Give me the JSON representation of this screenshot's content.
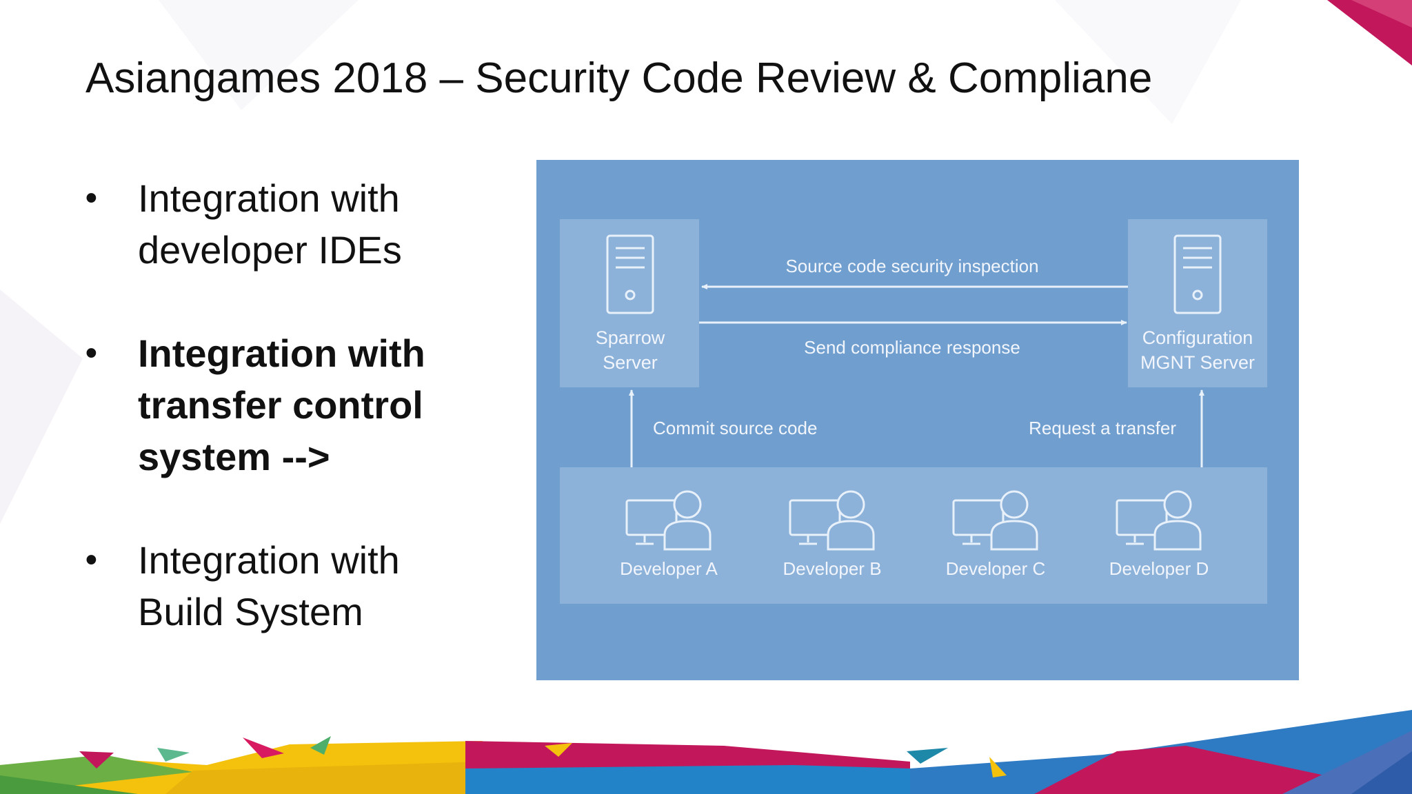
{
  "slide": {
    "title": "Asiangames 2018 – Security Code Review & Compliane",
    "bullets": [
      {
        "text_line1": "Integration with",
        "text_line2": "developer IDEs",
        "bold": false
      },
      {
        "text_line1": "Integration with",
        "text_line2": "transfer control",
        "text_line3": "system -->",
        "bold": true
      },
      {
        "text_line1": "Integration with",
        "text_line2": "Build System",
        "bold": false
      }
    ],
    "bullet_glyph": "•"
  },
  "diagram": {
    "sparrow_server": {
      "label_line1": "Sparrow",
      "label_line2": "Server",
      "icon": "server-icon"
    },
    "config_server": {
      "label_line1": "Configuration",
      "label_line2": "MGNT Server",
      "icon": "server-icon"
    },
    "arrows": {
      "inspection": "Source code security inspection",
      "compliance": "Send compliance response",
      "commit": "Commit source code",
      "transfer": "Request a transfer"
    },
    "developers": [
      "Developer A",
      "Developer B",
      "Developer C",
      "Developer D"
    ],
    "developer_icon": "developer-workstation-icon"
  },
  "colors": {
    "diagram_bg": "#709FCF",
    "box_fill": "#8DB2DA",
    "line": "#E8F0FA",
    "text": "#111111"
  }
}
